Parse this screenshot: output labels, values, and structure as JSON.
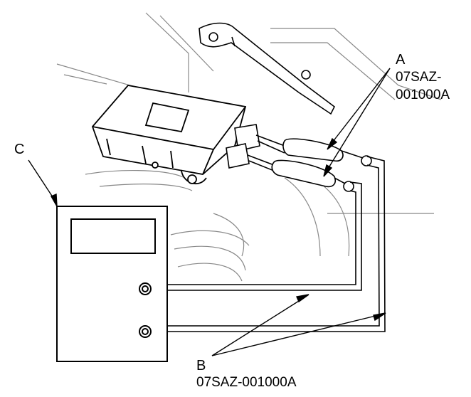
{
  "callouts": {
    "a": {
      "letter": "A",
      "part_line1": "07SAZ-",
      "part_line2": "001000A"
    },
    "b": {
      "letter": "B",
      "part": "07SAZ-001000A"
    },
    "c": {
      "letter": "C"
    }
  },
  "colors": {
    "line": "#000000",
    "background": "#ffffff",
    "faint": "#777777"
  }
}
